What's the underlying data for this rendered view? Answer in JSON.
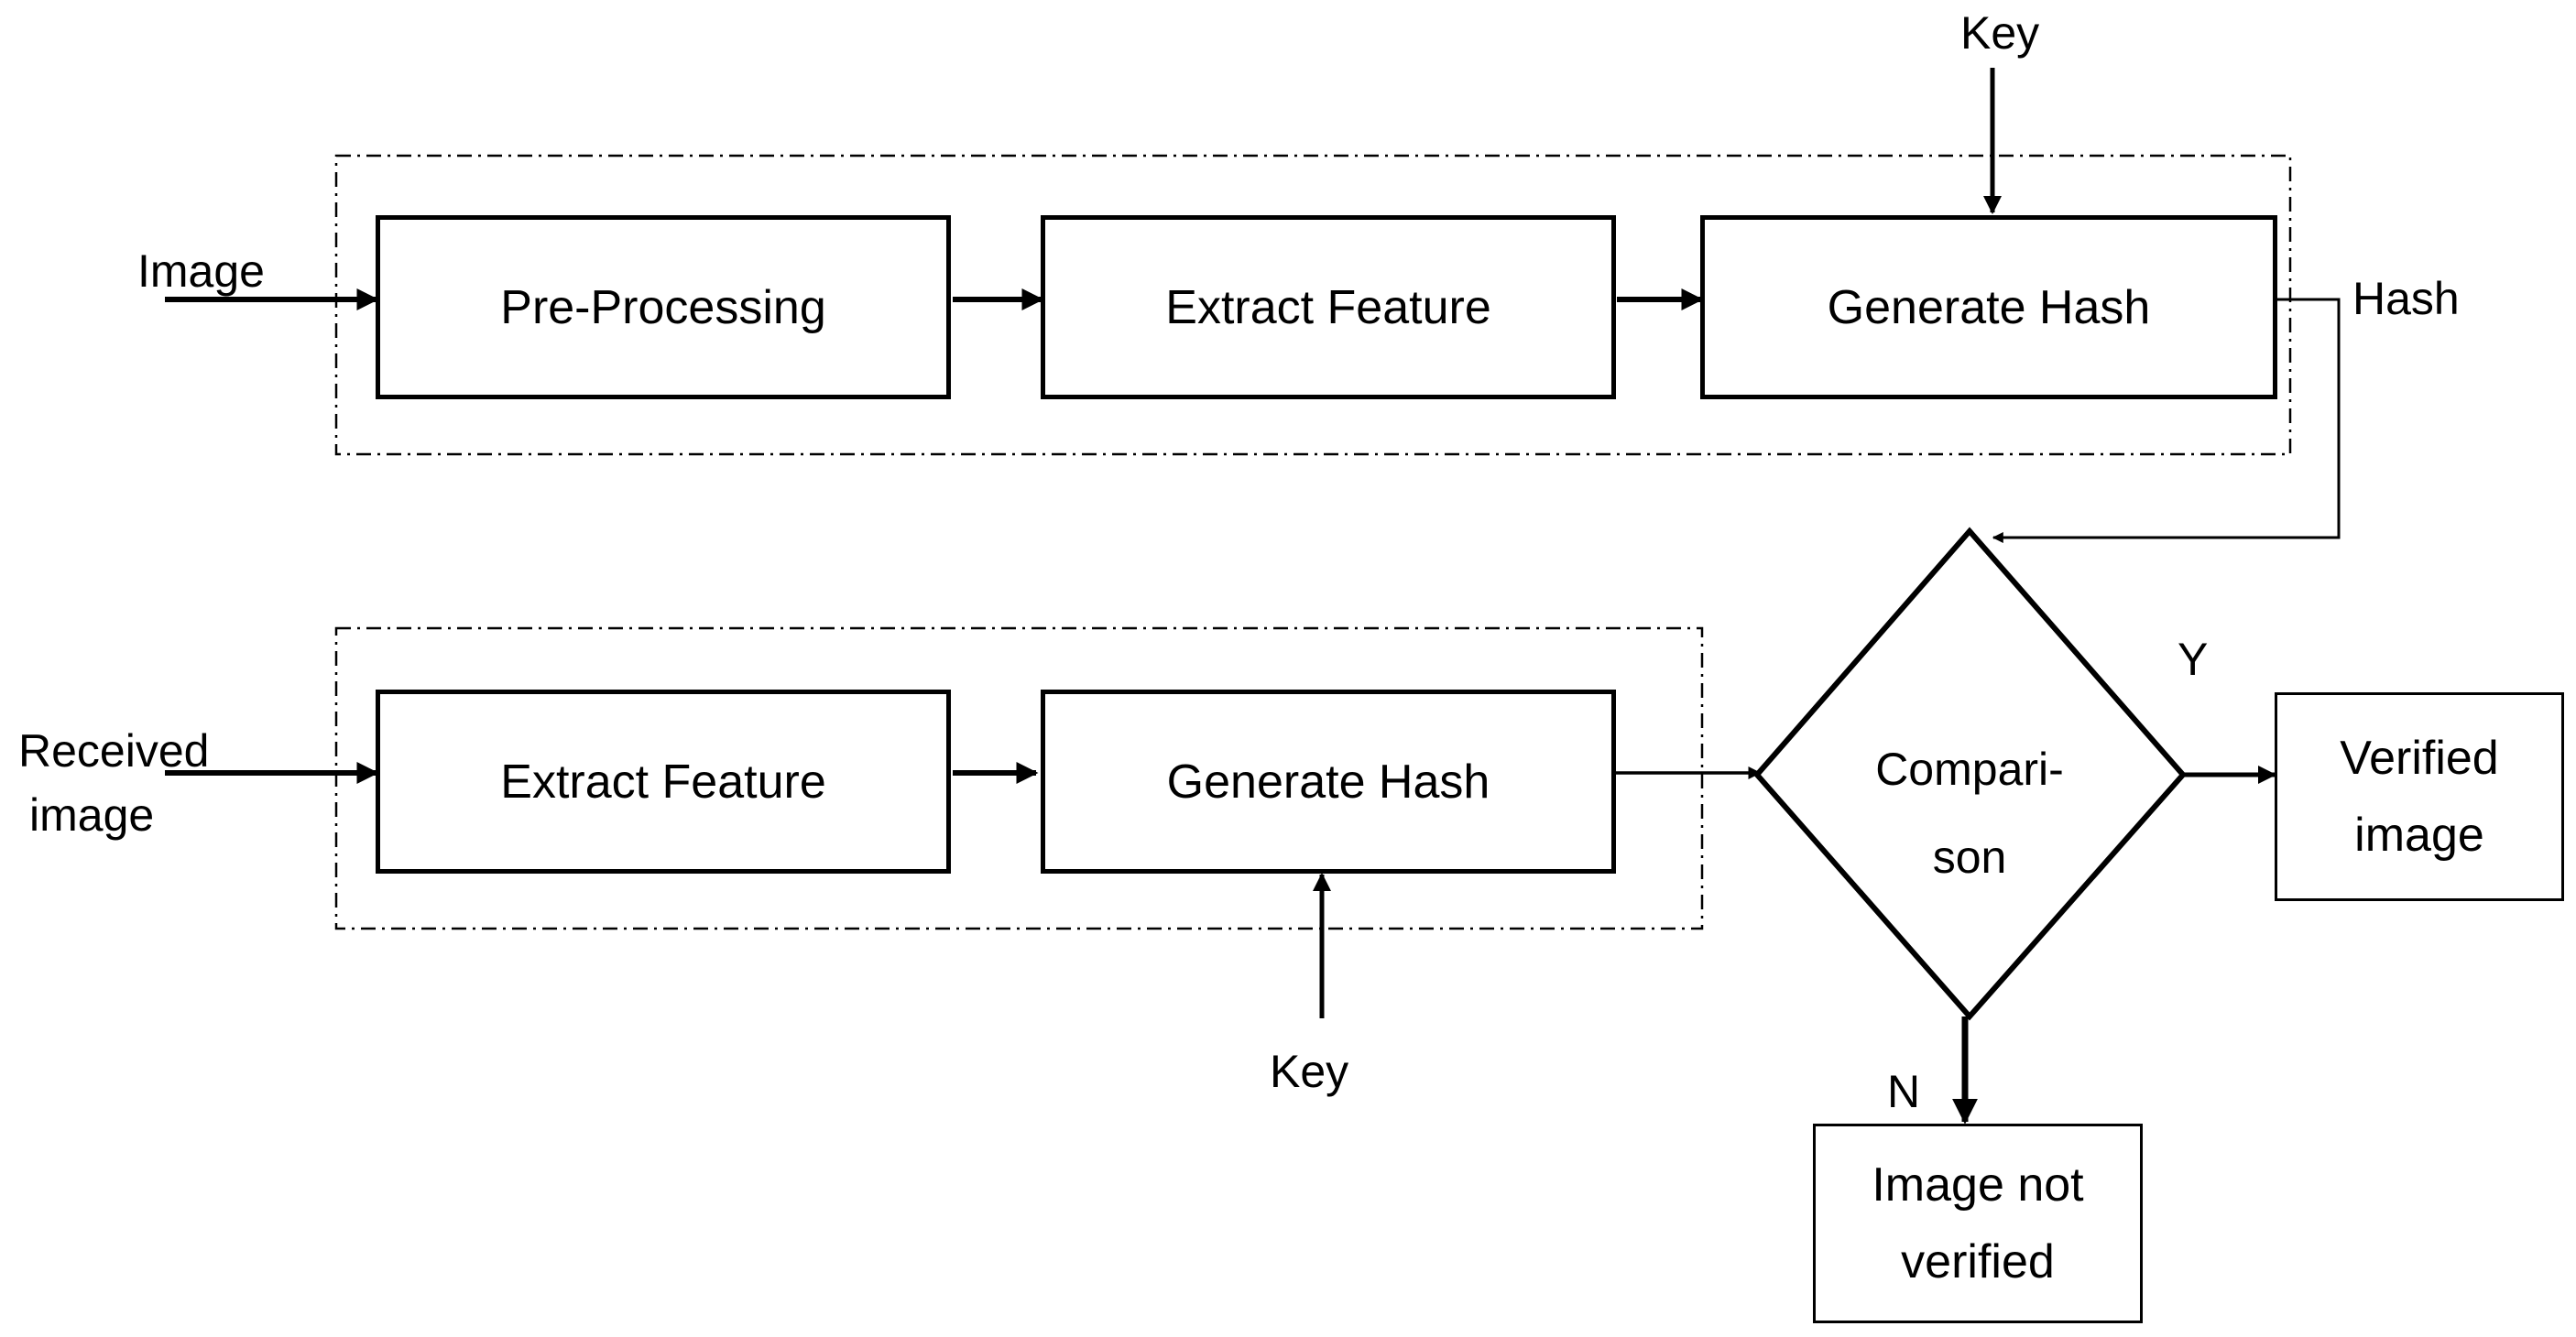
{
  "inputs": {
    "image": "Image",
    "received_line1": "Received",
    "received_line2": "image",
    "key_top": "Key",
    "key_bottom": "Key",
    "hash_out": "Hash"
  },
  "top_row": {
    "preprocessing": "Pre-Processing",
    "extract_feature": "Extract Feature",
    "generate_hash": "Generate Hash"
  },
  "bottom_row": {
    "extract_feature": "Extract Feature",
    "generate_hash": "Generate Hash"
  },
  "decision": {
    "line1": "Compari-",
    "line2": "son",
    "yes": "Y",
    "no": "N"
  },
  "outcomes": {
    "verified_line1": "Verified",
    "verified_line2": "image",
    "not_verified_line1": "Image not",
    "not_verified_line2": "verified"
  }
}
